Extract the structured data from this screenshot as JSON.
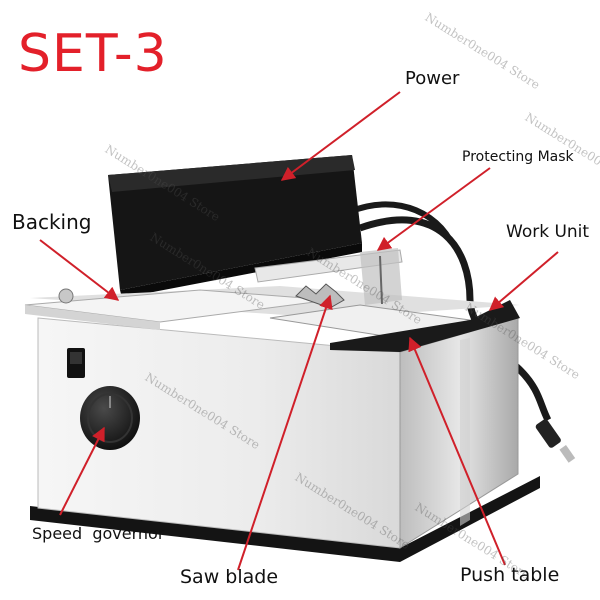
{
  "title": "SET-3",
  "labels": {
    "power": "Power",
    "protecting_mask": "Protecting Mask",
    "backing": "Backing",
    "work_unit": "Work Unit",
    "speed_governor": "Speed  governor",
    "saw_blade": "Saw blade",
    "push_table": "Push table"
  },
  "watermark": "Number0ne004 Store",
  "colors": {
    "title": "#e3202a",
    "arrow": "#d0202a",
    "adapter": "#151515",
    "acrylic_base": "#141414"
  }
}
